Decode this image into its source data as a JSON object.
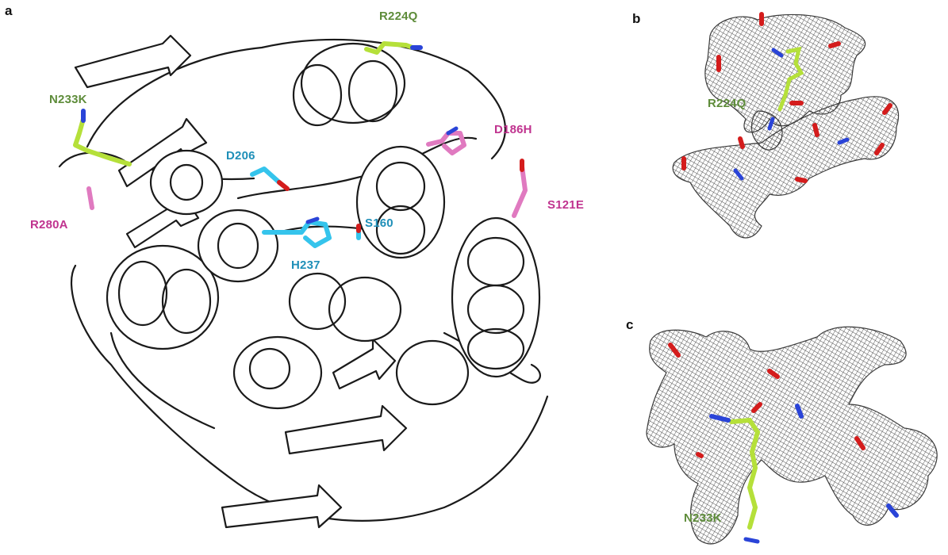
{
  "figure": {
    "panels": [
      {
        "id": "a",
        "letter": "a",
        "description": "Cartoon ribbon model of enzyme with catalytic triad and mutation sites"
      },
      {
        "id": "b",
        "letter": "b",
        "description": "Electron density mesh around R224Q"
      },
      {
        "id": "c",
        "letter": "c",
        "description": "Electron density mesh around N233K"
      }
    ],
    "colors": {
      "green_label": "#5e8c3a",
      "green_stick": "#b5e03a",
      "magenta_label": "#c0338f",
      "pink_stick": "#e07ac0",
      "cyan_label": "#1f8fb8",
      "cyan_stick": "#35c4ec",
      "nitrogen": "#2a44d8",
      "oxygen": "#d41c1c",
      "mesh": "#555555"
    },
    "labels_a": {
      "r224q": "R224Q",
      "n233k": "N233K",
      "r280a": "R280A",
      "d206": "D206",
      "d186h": "D186H",
      "s121e": "S121E",
      "s160": "S160",
      "h237": "H237"
    },
    "labels_b": {
      "r224q": "R224Q"
    },
    "labels_c": {
      "n233k": "N233K"
    }
  }
}
